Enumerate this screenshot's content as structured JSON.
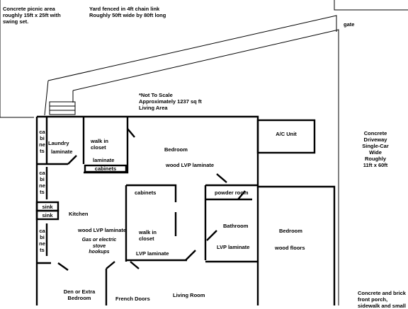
{
  "yard": {
    "picnic_note": [
      "Concrete picnic area",
      "roughly 15ft x 25ft with",
      "swing set."
    ],
    "fence_note": [
      "Yard fenced in 4ft chain link",
      "Roughly 50ft wide by 80ft long"
    ],
    "gate_label": "gate"
  },
  "header": {
    "scale_note": "*Not To Scale",
    "area_note": "Approximately 1237 sq ft",
    "living_area": "Living Area"
  },
  "rooms": {
    "laundry": [
      "Laundry",
      "laminate"
    ],
    "cabinets_upper_left": [
      "ca",
      "bi",
      "ne",
      "ts"
    ],
    "cabinets_lower_left": [
      "ca",
      "bi",
      "ne",
      "ts"
    ],
    "cabinets_mid_left": [
      "ca",
      "bi",
      "ne",
      "ts"
    ],
    "walk_in_closet_top": [
      "walk in",
      "closet"
    ],
    "walk_in_closet_top_floor": "laminate",
    "closet_cabinets": "cabinets",
    "bedroom_main": "Bedroom",
    "bedroom_main_floor": "wood LVP laminate",
    "cabinets_hall": "cabinets",
    "powder_room": "powder room",
    "sink_1": "sink",
    "sink_2": "sink",
    "kitchen": "Kitchen",
    "kitchen_floor": "wood LVP laminate",
    "kitchen_note": [
      "Gas or electric",
      "stove",
      "hookups"
    ],
    "walk_in_closet_2": [
      "walk in",
      "closet"
    ],
    "walk_in_closet_2_floor": "LVP laminate",
    "bathroom": "Bathroom",
    "bathroom_floor": "LVP laminate",
    "bedroom_right": "Bedroom",
    "bedroom_right_floor": "wood floors",
    "den": [
      "Den or Extra",
      "Bedroom"
    ],
    "french_doors": "French Doors",
    "living_room": "Living Room"
  },
  "exterior": {
    "ac_unit": "A/C Unit",
    "driveway": [
      "Concrete",
      "Driveway",
      "Single-Car",
      "Wide",
      "Roughly",
      "11ft x 60ft"
    ],
    "porch_note": [
      "Concrete and brick",
      "front porch,",
      "sidewalk and small"
    ]
  }
}
